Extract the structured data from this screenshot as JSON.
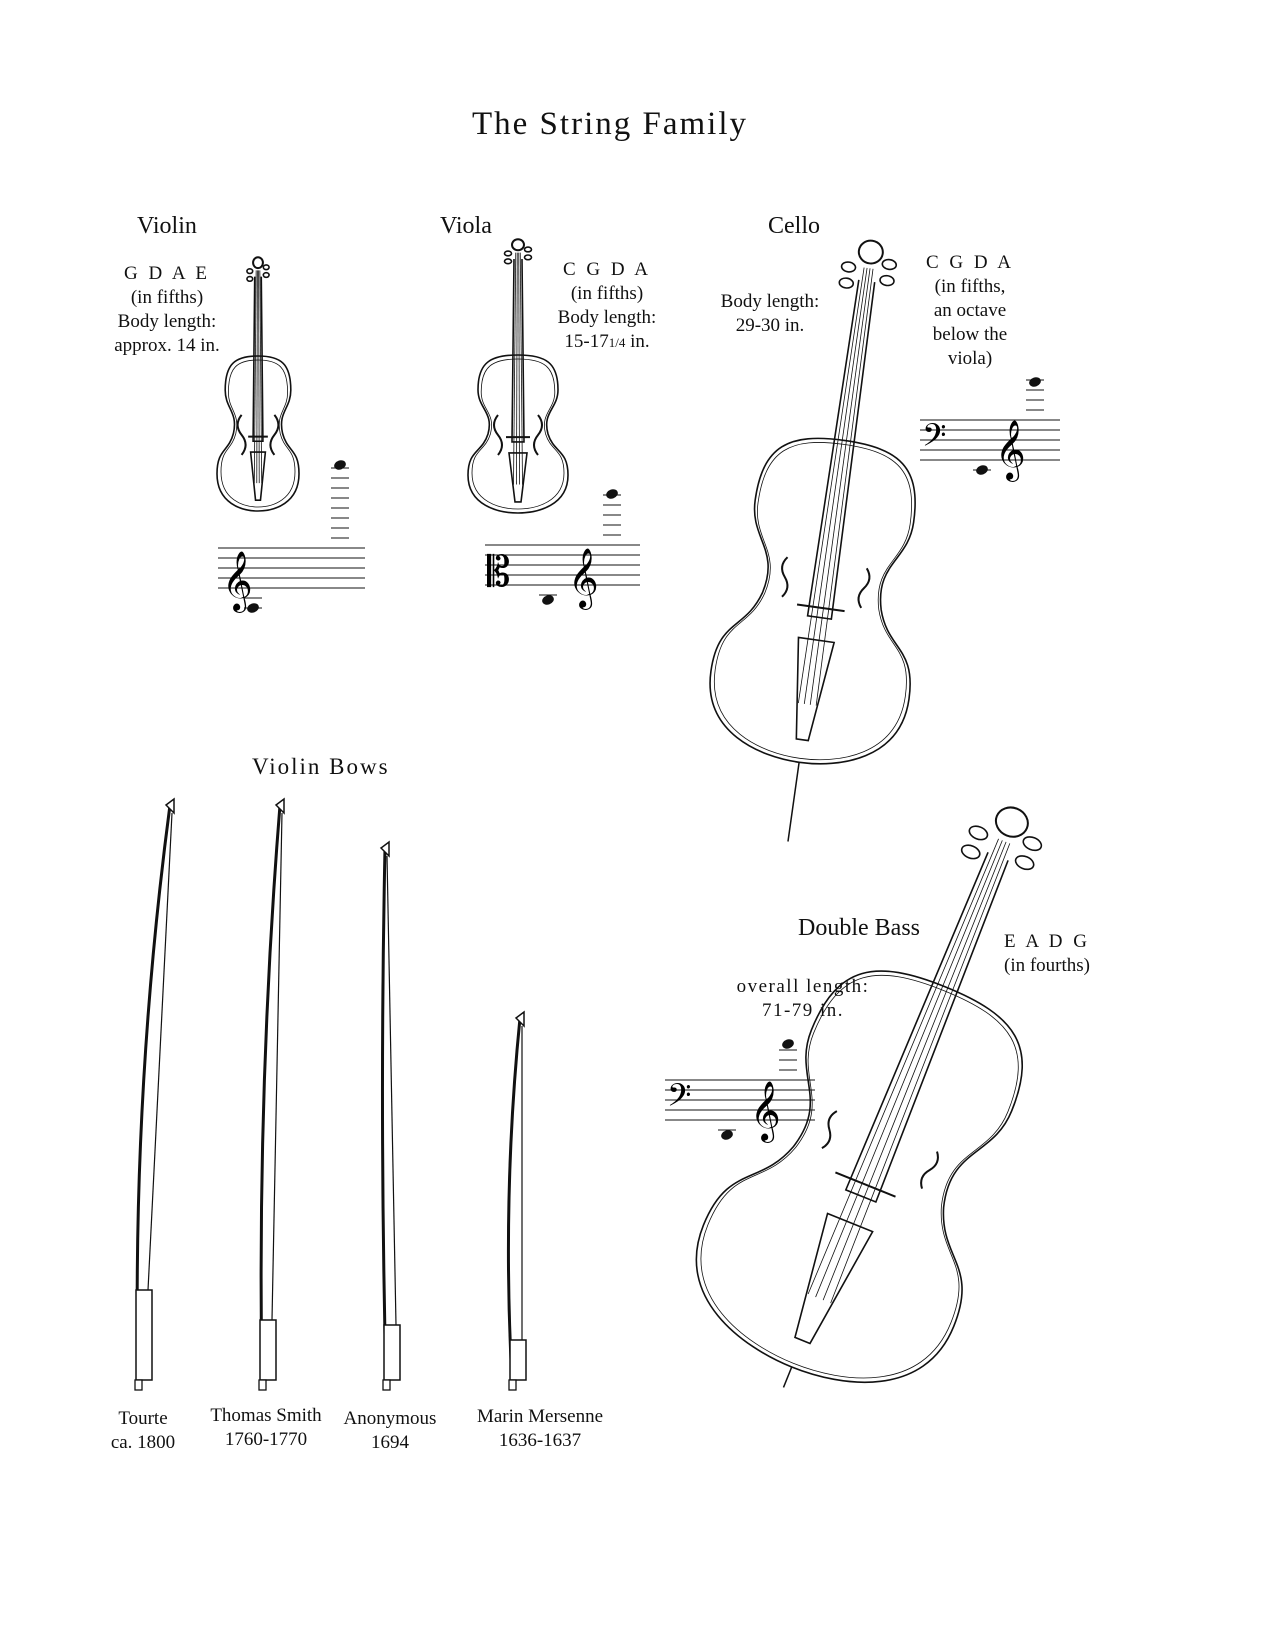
{
  "title": "The String Family",
  "violin": {
    "label": "Violin",
    "tuning": "G D A E",
    "interval": "(in fifths)",
    "body_label": "Body length:",
    "body_value": "approx. 14 in."
  },
  "viola": {
    "label": "Viola",
    "tuning": "C G D A",
    "interval": "(in fifths)",
    "body_label": "Body length:",
    "body_value_main": "15-17",
    "body_value_frac": "1/4",
    "body_value_unit": " in."
  },
  "cello": {
    "label": "Cello",
    "body_label": "Body length:",
    "body_value": "29-30 in.",
    "tuning": "C G D A",
    "interval_1": "(in fifths,",
    "interval_2": "an octave",
    "interval_3": "below the",
    "interval_4": "viola)"
  },
  "bows": {
    "title": "Violin Bows",
    "items": [
      {
        "name": "Tourte",
        "date": "ca. 1800"
      },
      {
        "name": "Thomas Smith",
        "date": "1760-1770"
      },
      {
        "name": "Anonymous",
        "date": "1694"
      },
      {
        "name": "Marin Mersenne",
        "date": "1636-1637"
      }
    ]
  },
  "double_bass": {
    "label": "Double Bass",
    "tuning": "E A D G",
    "interval": "(in fourths)",
    "length_label": "overall length:",
    "length_value": "71-79 in."
  },
  "clefs": {
    "treble": "𝄞",
    "bass": "𝄢",
    "alto": "𝄡"
  }
}
